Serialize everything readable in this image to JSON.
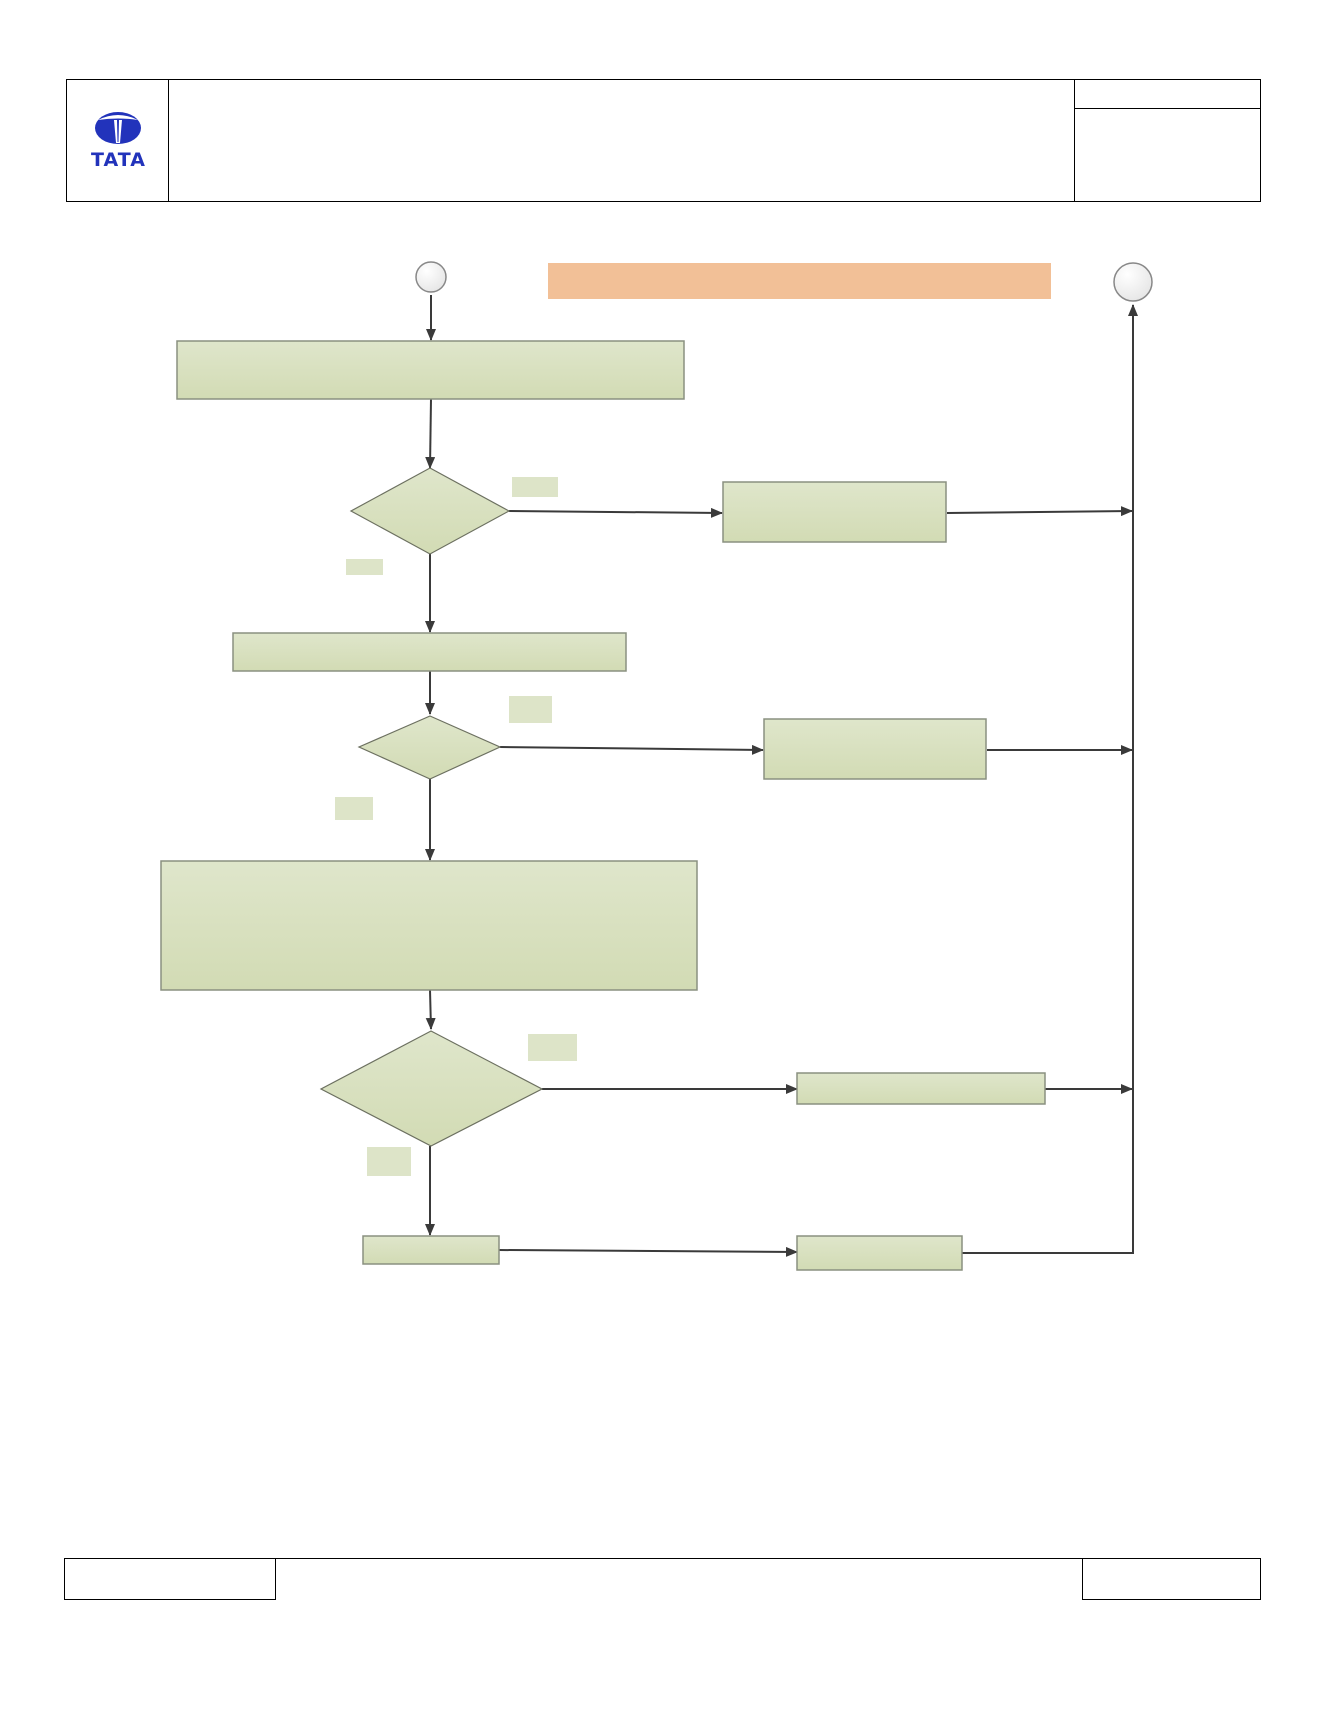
{
  "brand": {
    "logo_text": "TATA",
    "logo_color": "#2233bb"
  },
  "colors": {
    "process_fill": "#dde4c8",
    "process_fill_bottom": "#d3dcb6",
    "process_stroke": "#8a9080",
    "banner_fill": "#f2c097",
    "connector_stroke": "#888888",
    "arrow": "#3a3a3a"
  },
  "flowchart": {
    "nodes": [
      {
        "id": "start",
        "type": "connector",
        "label": ""
      },
      {
        "id": "end",
        "type": "connector",
        "label": ""
      },
      {
        "id": "banner",
        "type": "banner",
        "label": ""
      },
      {
        "id": "step1",
        "type": "process",
        "label": ""
      },
      {
        "id": "decision1",
        "type": "decision",
        "label": ""
      },
      {
        "id": "result1",
        "type": "process",
        "label": ""
      },
      {
        "id": "step2",
        "type": "process",
        "label": ""
      },
      {
        "id": "decision2",
        "type": "decision",
        "label": ""
      },
      {
        "id": "result2",
        "type": "process",
        "label": ""
      },
      {
        "id": "step3",
        "type": "process",
        "label": ""
      },
      {
        "id": "decision3",
        "type": "decision",
        "label": ""
      },
      {
        "id": "result3",
        "type": "process",
        "label": ""
      },
      {
        "id": "step4",
        "type": "process",
        "label": ""
      },
      {
        "id": "result4",
        "type": "process",
        "label": ""
      },
      {
        "id": "tag1_right",
        "type": "edge-tag",
        "label": ""
      },
      {
        "id": "tag1_down",
        "type": "edge-tag",
        "label": ""
      },
      {
        "id": "tag2_right",
        "type": "edge-tag",
        "label": ""
      },
      {
        "id": "tag2_down",
        "type": "edge-tag",
        "label": ""
      },
      {
        "id": "tag3_right",
        "type": "edge-tag",
        "label": ""
      },
      {
        "id": "tag3_down",
        "type": "edge-tag",
        "label": ""
      }
    ],
    "edges": [
      {
        "from": "start",
        "to": "step1"
      },
      {
        "from": "step1",
        "to": "decision1"
      },
      {
        "from": "decision1",
        "to": "result1"
      },
      {
        "from": "result1",
        "to": "end"
      },
      {
        "from": "decision1",
        "to": "step2"
      },
      {
        "from": "step2",
        "to": "decision2"
      },
      {
        "from": "decision2",
        "to": "result2"
      },
      {
        "from": "result2",
        "to": "end"
      },
      {
        "from": "decision2",
        "to": "step3"
      },
      {
        "from": "step3",
        "to": "decision3"
      },
      {
        "from": "decision3",
        "to": "result3"
      },
      {
        "from": "result3",
        "to": "end"
      },
      {
        "from": "decision3",
        "to": "step4"
      },
      {
        "from": "step4",
        "to": "result4"
      },
      {
        "from": "result4",
        "to": "end"
      }
    ]
  }
}
